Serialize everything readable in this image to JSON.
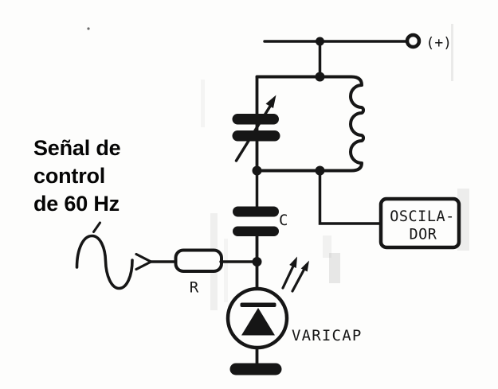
{
  "colors": {
    "ink": "#161616",
    "paper": "#fdfdfc",
    "annotation_text": "#050505"
  },
  "annotation": {
    "line1": "Señal de",
    "line2": "control",
    "line3": "de 60 Hz"
  },
  "schematic": {
    "supply_label": "(+)",
    "capacitor_label": "C",
    "resistor_label": "R",
    "varicap_label": "VARICAP",
    "oscillator": {
      "line1": "OSCILA-",
      "line2": "DOR"
    }
  },
  "symbols": {
    "supply_terminal": "open-circle-terminal",
    "inductor": "three-loop-coil",
    "variable_capacitor": "solid-plates-with-diagonal-arrow",
    "fixed_capacitor": "two-solid-plates",
    "resistor": "rounded-box",
    "signal_source": "sine-wave",
    "signal_input": "chevron-arrow",
    "varicap_diode": "diode-in-circle",
    "light_arrows": "double-arrow-up-right",
    "ground": "solid-capsule-bar"
  }
}
